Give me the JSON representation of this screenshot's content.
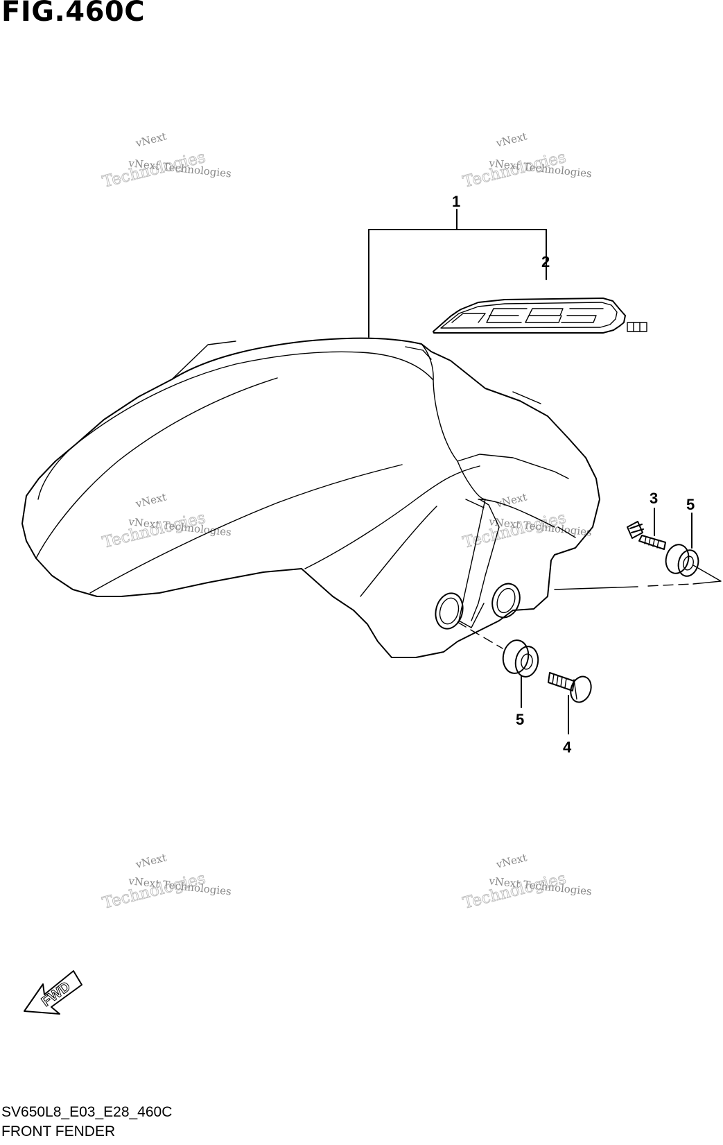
{
  "figure": {
    "title": "FIG.460C",
    "code": "SV650L8_E03_E28_460C",
    "name": "FRONT FENDER"
  },
  "callouts": {
    "c1": "1",
    "c2": "2",
    "c3": "3",
    "c4": "4",
    "c5_right": "5",
    "c5_bottom": "5"
  },
  "fwd_label": "FWD",
  "watermark": {
    "line1": "vNext",
    "line2": "vNext Technologies",
    "line3": "Technologies"
  }
}
